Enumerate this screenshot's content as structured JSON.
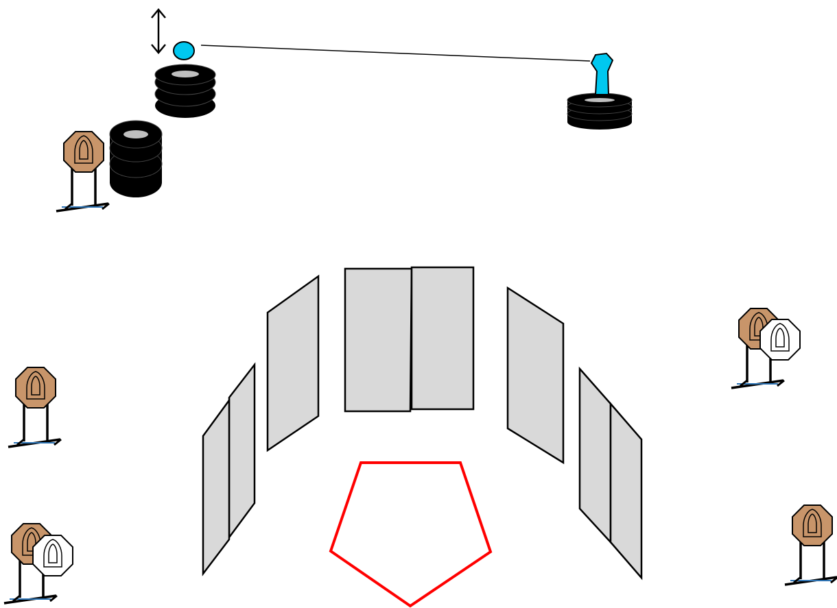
{
  "colors": {
    "background": "#ffffff",
    "wall_fill": "#d9d9d9",
    "outline": "#000000",
    "shooting_box": "#ff0000",
    "target_brown": "#c8956a",
    "target_white": "#ffffff",
    "swinger_cyan": "#00c8f0",
    "tire_black": "#000000",
    "tire_hole": "#bfbfbf",
    "stand_blue": "#2e75b6"
  },
  "elements": {
    "shooting_box": "pentagon",
    "walls": [
      "wall-center-left",
      "wall-center-right",
      "wall-inner-left",
      "wall-inner-right",
      "wall-outer-left-a",
      "wall-outer-left-b",
      "wall-outer-right-a",
      "wall-outer-right-b"
    ],
    "targets": [
      "target-upper-left",
      "target-mid-left",
      "target-pair-bottom-left",
      "target-pair-mid-right",
      "target-bottom-right"
    ],
    "props": [
      "tire-stack-small",
      "tire-stack-large",
      "tire-base-swinger",
      "swinger-ball",
      "swinger-paddle",
      "swinger-cable",
      "move-arrow-icon"
    ]
  }
}
